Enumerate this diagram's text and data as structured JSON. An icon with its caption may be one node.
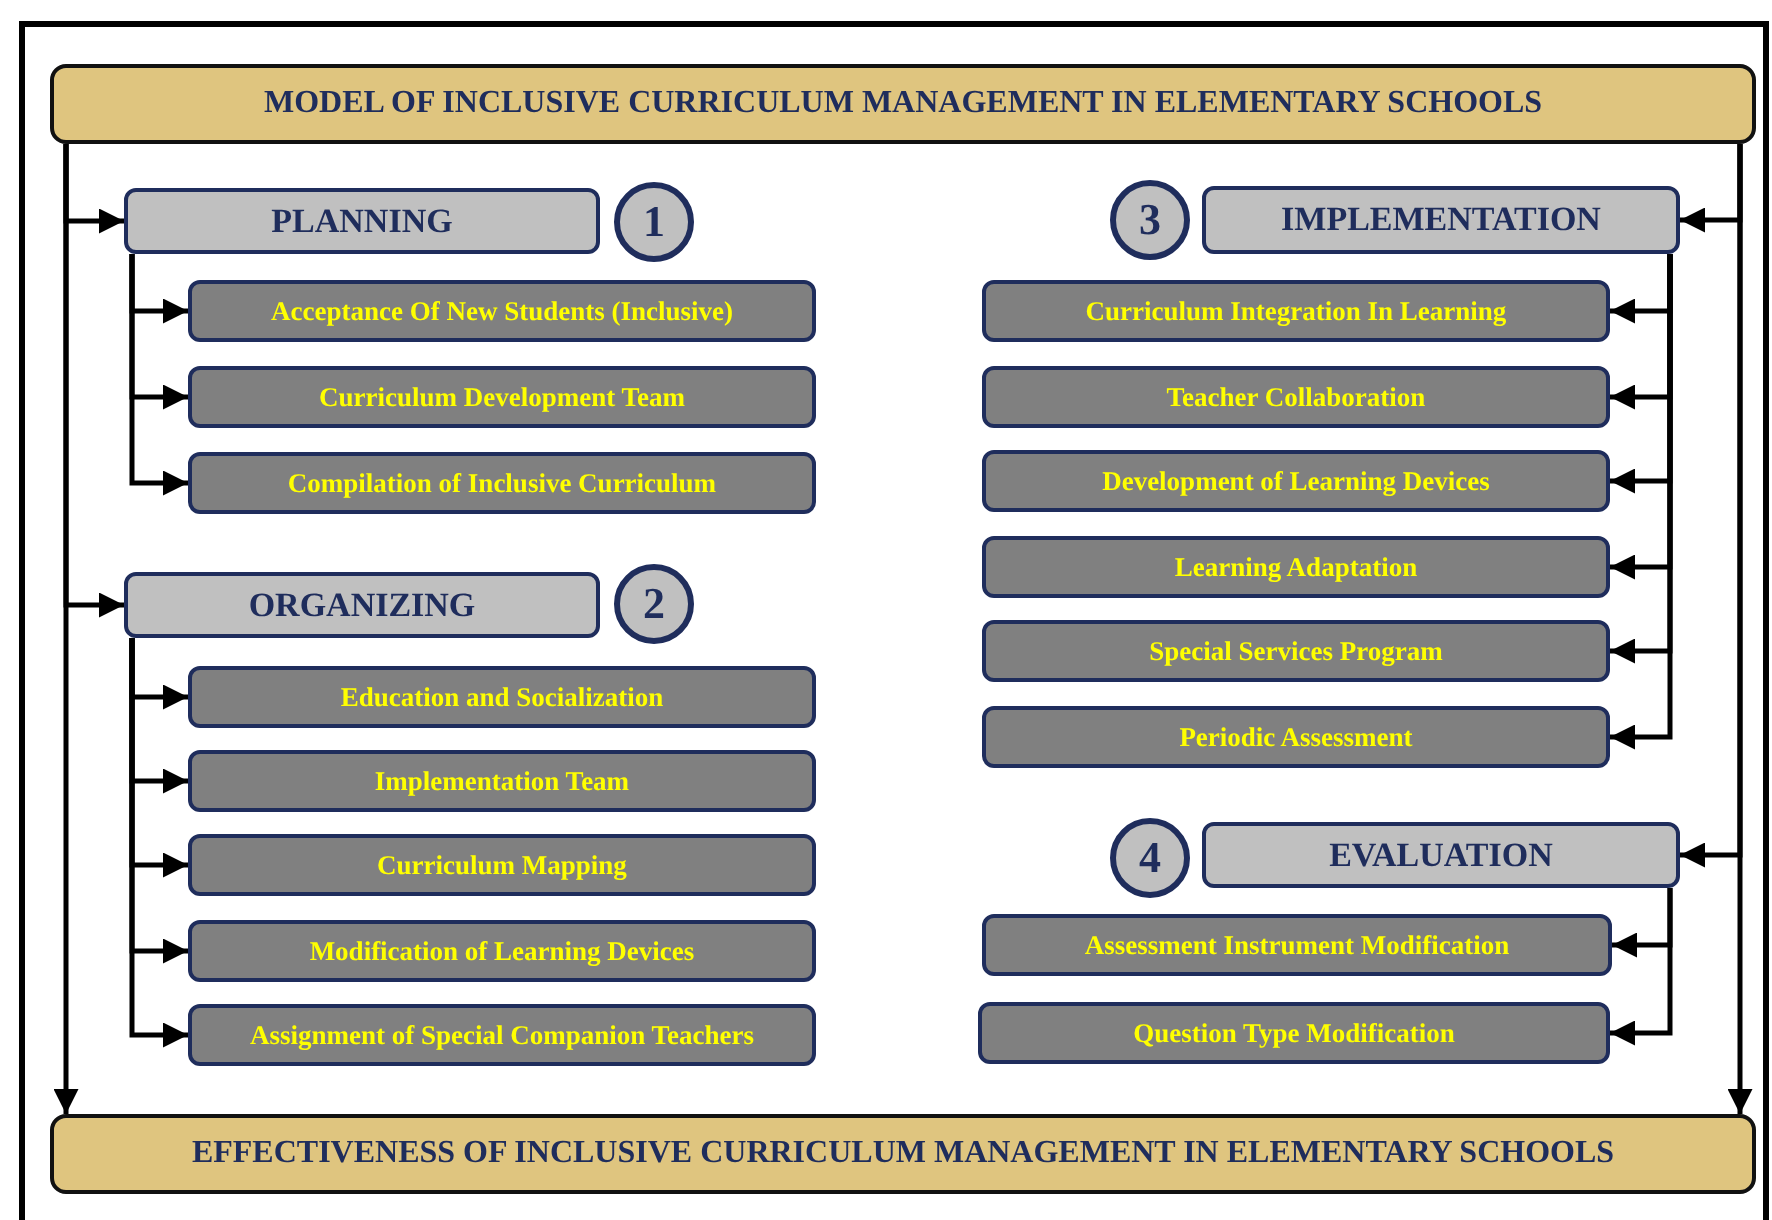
{
  "diagram": {
    "nodes": [
      {
        "text": [
          "MODEL OF INCLUSIVE CURRICULUM MANAGEMENT IN ELEMENTARY SCHOOLS"
        ]
      },
      {
        "text": [
          "PLANNING"
        ]
      },
      {
        "text": [
          "1"
        ]
      },
      {
        "text": [
          "Acceptance Of New Students (Inclusive)"
        ]
      },
      {
        "text": [
          "Curriculum Development Team"
        ]
      },
      {
        "text": [
          "Compilation of Inclusive Curriculum"
        ]
      },
      {
        "text": [
          "ORGANIZING"
        ]
      },
      {
        "text": [
          "2"
        ]
      },
      {
        "text": [
          "Education and Socialization"
        ]
      },
      {
        "text": [
          "Implementation Team"
        ]
      },
      {
        "text": [
          "Curriculum Mapping"
        ]
      },
      {
        "text": [
          "Modification of Learning Devices"
        ]
      },
      {
        "text": [
          "Assignment of Special Companion Teachers"
        ]
      },
      {
        "text": [
          "3"
        ]
      },
      {
        "text": [
          "IMPLEMENTATION"
        ]
      },
      {
        "text": [
          "Curriculum Integration In Learning"
        ]
      },
      {
        "text": [
          "Teacher Collaboration"
        ]
      },
      {
        "text": [
          "Development of Learning Devices"
        ]
      },
      {
        "text": [
          "Learning Adaptation"
        ]
      },
      {
        "text": [
          "Special Services Program"
        ]
      },
      {
        "text": [
          "Periodic Assessment"
        ]
      },
      {
        "text": [
          "4"
        ]
      },
      {
        "text": [
          "EVALUATION"
        ]
      },
      {
        "text": [
          "Assessment Instrument Modification"
        ]
      },
      {
        "text": [
          "Question Type Modification"
        ]
      },
      {
        "text": [
          "EFFECTIVENESS OF INCLUSIVE CURRICULUM MANAGEMENT IN ELEMENTARY SCHOOLS"
        ]
      }
    ],
    "edges": [
      {
        "from": 0,
        "to": 1,
        "arrow": "to"
      },
      {
        "from": 0,
        "to": 6,
        "arrow": "to"
      },
      {
        "from": 0,
        "to": 25,
        "arrow": "to"
      },
      {
        "from": 0,
        "to": 14,
        "arrow": "to"
      },
      {
        "from": 0,
        "to": 22,
        "arrow": "to"
      },
      {
        "from": 0,
        "to": 25,
        "arrow": "to"
      },
      {
        "from": 1,
        "to": 3,
        "arrow": "to"
      },
      {
        "from": 1,
        "to": 4,
        "arrow": "to"
      },
      {
        "from": 1,
        "to": 5,
        "arrow": "to"
      },
      {
        "from": 6,
        "to": 8,
        "arrow": "to"
      },
      {
        "from": 6,
        "to": 9,
        "arrow": "to"
      },
      {
        "from": 6,
        "to": 10,
        "arrow": "to"
      },
      {
        "from": 6,
        "to": 11,
        "arrow": "to"
      },
      {
        "from": 6,
        "to": 12,
        "arrow": "to"
      },
      {
        "from": 14,
        "to": 15,
        "arrow": "to"
      },
      {
        "from": 14,
        "to": 16,
        "arrow": "to"
      },
      {
        "from": 14,
        "to": 17,
        "arrow": "to"
      },
      {
        "from": 14,
        "to": 18,
        "arrow": "to"
      },
      {
        "from": 14,
        "to": 19,
        "arrow": "to"
      },
      {
        "from": 14,
        "to": 20,
        "arrow": "to"
      },
      {
        "from": 22,
        "to": 23,
        "arrow": "to"
      },
      {
        "from": 22,
        "to": 24,
        "arrow": "to"
      }
    ]
  }
}
